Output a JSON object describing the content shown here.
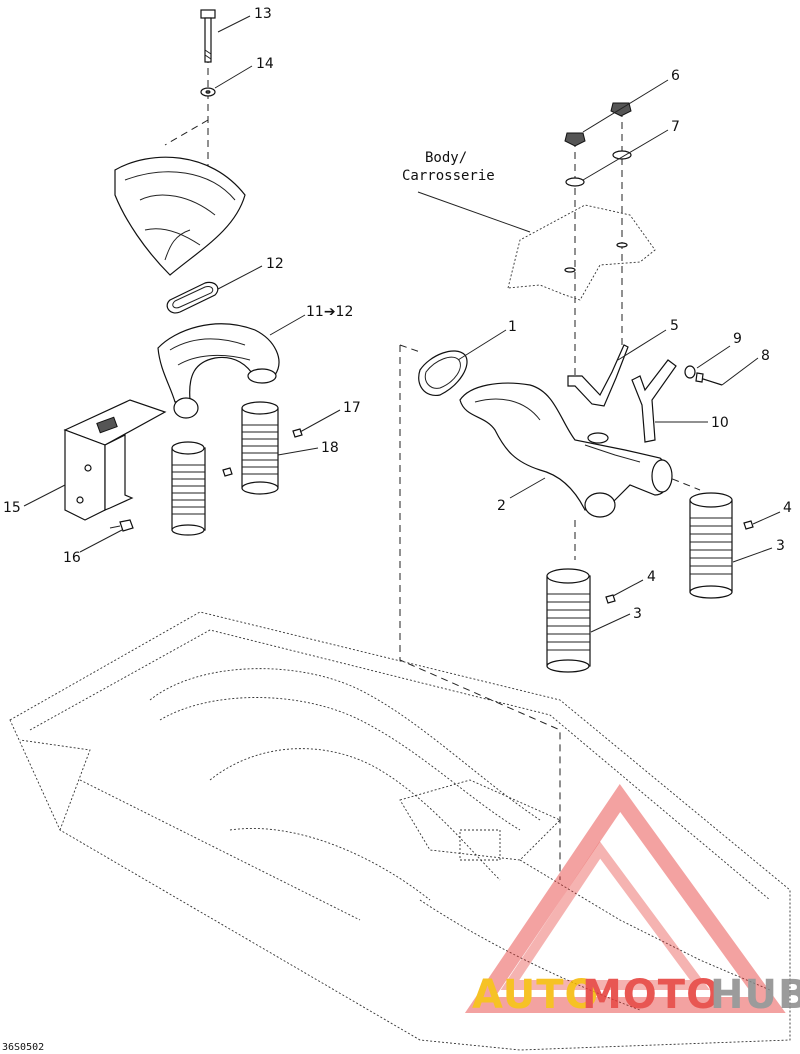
{
  "callouts": {
    "c1": "1",
    "c2": "2",
    "c3a": "3",
    "c3b": "3",
    "c4a": "4",
    "c4b": "4",
    "c5": "5",
    "c6": "6",
    "c7": "7",
    "c8": "8",
    "c9": "9",
    "c10": "10",
    "c11": "11➔12",
    "c12": "12",
    "c13": "13",
    "c14": "14",
    "c15": "15",
    "c16": "16",
    "c17": "17",
    "c18": "18"
  },
  "body_label": {
    "line1": "Body/",
    "line2": "Carrosserie"
  },
  "figure_code": "36S0502",
  "watermark": {
    "part1": "AUTO",
    "part2": "MOTO",
    "part3": "HUB"
  },
  "colors": {
    "wm_orange": "#f5b800",
    "wm_red": "#e53935",
    "wm_gray": "#8a8a8a"
  }
}
